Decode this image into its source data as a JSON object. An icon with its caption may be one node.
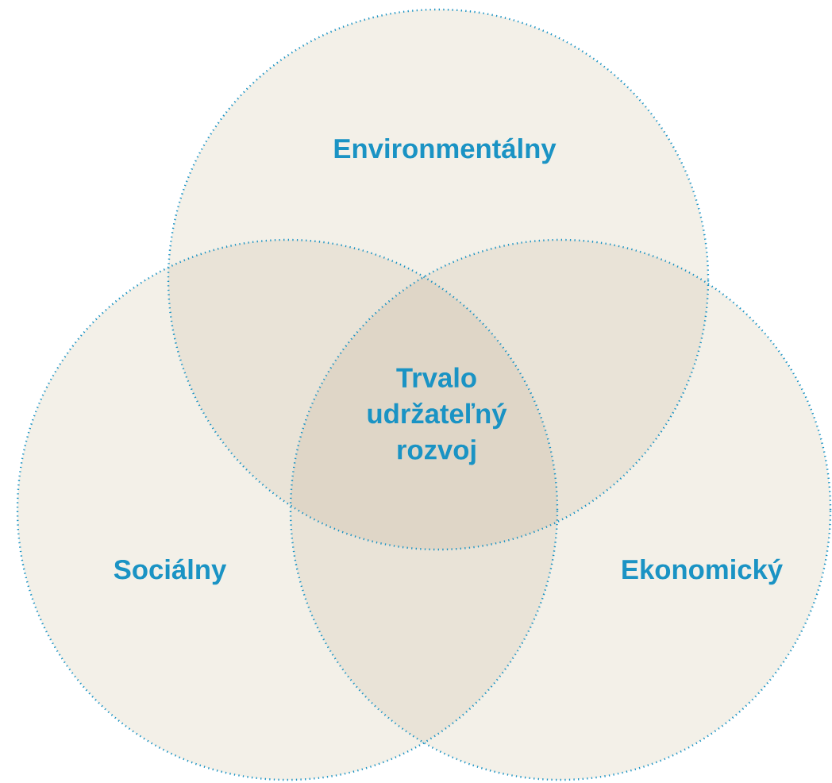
{
  "diagram": {
    "nodes": [
      {
        "text": [
          "Environmentálny"
        ]
      },
      {
        "text": [
          "Sociálny"
        ]
      },
      {
        "text": [
          "Ekonomický"
        ]
      }
    ],
    "labels": [
      "Trvalo udržateľný rozvoj"
    ]
  }
}
